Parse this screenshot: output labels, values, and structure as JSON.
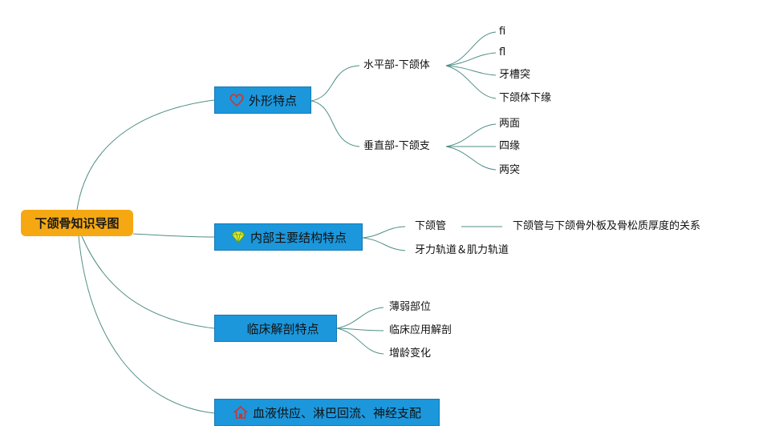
{
  "root": {
    "label": "下颌骨知识导图"
  },
  "branches": [
    {
      "label": "外形特点",
      "icon": "heart-icon"
    },
    {
      "label": "内部主要结构特点",
      "icon": "diamond-icon"
    },
    {
      "label": "临床解剖特点",
      "icon": ""
    },
    {
      "label": "血液供应、淋巴回流、神经支配",
      "icon": "home-icon"
    }
  ],
  "subnodes": {
    "shape_horizontal": "水平部-下颌体",
    "shape_vertical": "垂直部-下颌支",
    "internal_canal": "下颌管",
    "internal_trajectory": "牙力轨道＆肌力轨道",
    "clinical_weak": "薄弱部位",
    "clinical_applied": "临床应用解剖",
    "clinical_aging": "增龄变化"
  },
  "leaves": {
    "horizontal_items": [
      "fi",
      "fl",
      "牙槽突",
      "下颌体下缘"
    ],
    "vertical_items": [
      "两面",
      "四缘",
      "两突"
    ],
    "canal_detail": "下颌管与下颌骨外板及骨松质厚度的关系"
  },
  "colors": {
    "root_fill": "#f5a812",
    "branch_fill": "#1c97dc",
    "connector": "#4f8f86",
    "heart_stroke": "#d0342c",
    "diamond_fill": "#e6e82a",
    "home_stroke": "#d0342c"
  }
}
